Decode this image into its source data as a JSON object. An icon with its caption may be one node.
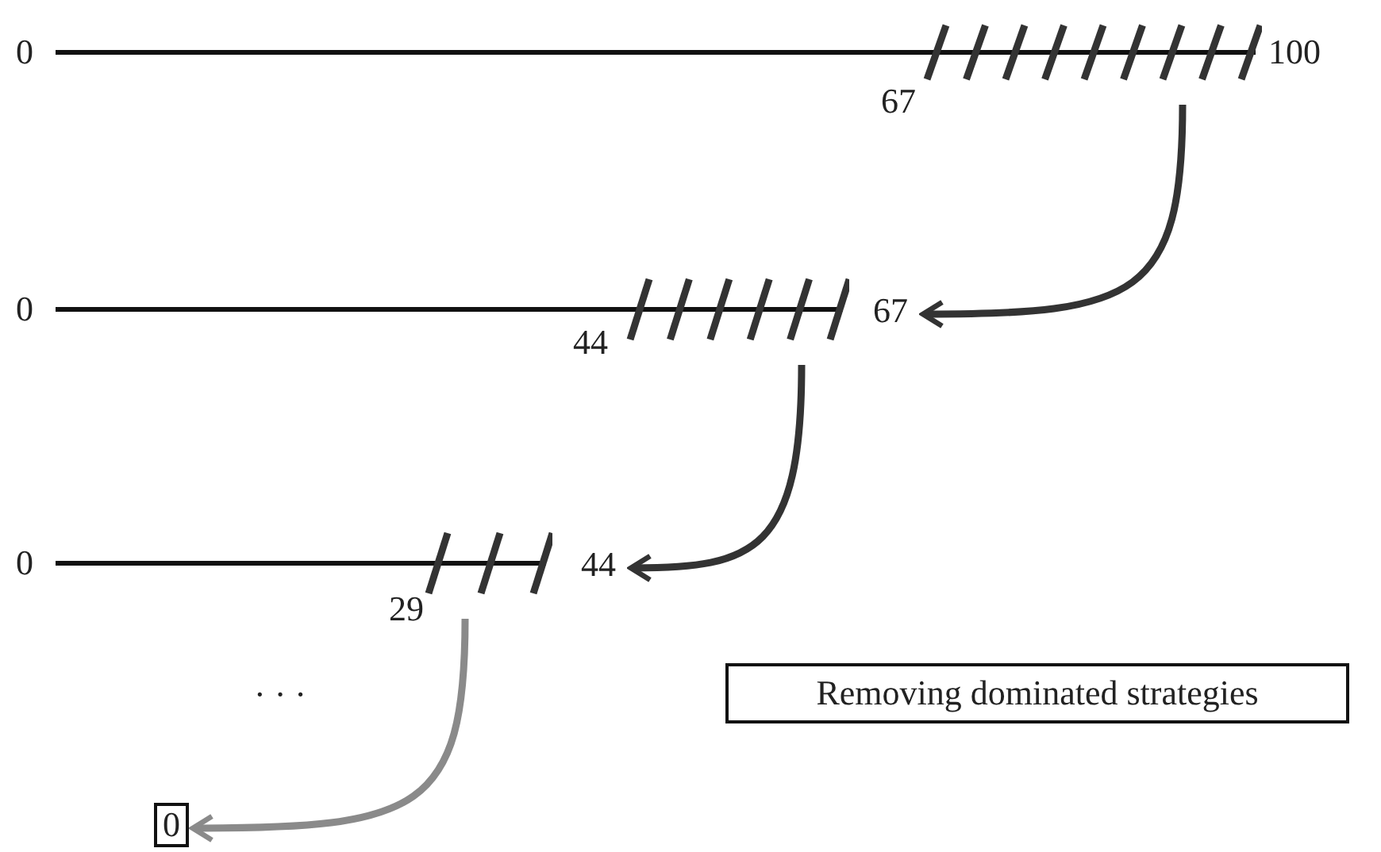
{
  "diagram": {
    "nodes": [
      {
        "text": [],
        "shape": "bar",
        "beside": [
          "0",
          "67",
          "100"
        ]
      },
      {
        "text": [
          "67"
        ]
      },
      {
        "text": [],
        "shape": "bar",
        "beside": [
          "0",
          "44"
        ]
      },
      {
        "text": [
          "44"
        ]
      },
      {
        "text": [],
        "shape": "bar",
        "beside": [
          "0",
          "29"
        ]
      },
      {
        "text": [
          "0"
        ]
      },
      {
        "text": [
          "Removing dominated strategies"
        ]
      }
    ],
    "edges": [
      {
        "from": 0,
        "to": 1,
        "arrow": "to"
      },
      {
        "from": 2,
        "to": 3,
        "arrow": "to"
      },
      {
        "from": 4,
        "to": 5,
        "arrow": "to",
        "color": "#8a8a8a"
      }
    ],
    "labels": [
      "· · ·"
    ]
  }
}
